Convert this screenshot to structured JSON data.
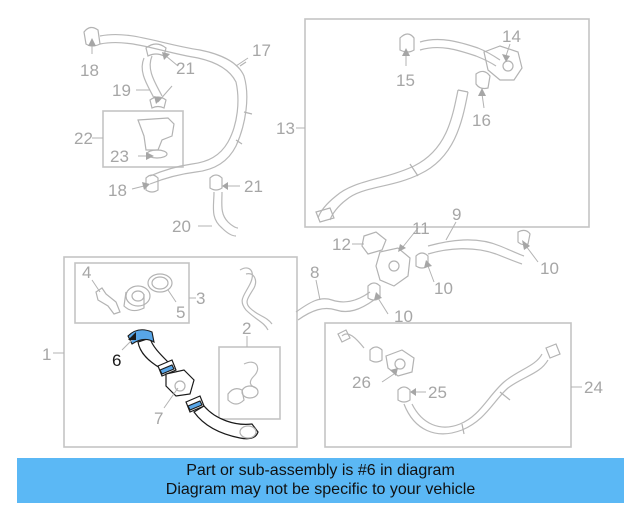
{
  "labels": {
    "p1": "1",
    "p2": "2",
    "p3": "3",
    "p4": "4",
    "p5": "5",
    "p6": "6",
    "p7": "7",
    "p8": "8",
    "p9": "9",
    "p10a": "10",
    "p10b": "10",
    "p10c": "10",
    "p11": "11",
    "p12": "12",
    "p13": "13",
    "p14": "14",
    "p15": "15",
    "p16": "16",
    "p17": "17",
    "p18a": "18",
    "p18b": "18",
    "p19": "19",
    "p20": "20",
    "p21a": "21",
    "p21b": "21",
    "p22": "22",
    "p23": "23",
    "p24": "24",
    "p25": "25",
    "p26": "26"
  },
  "highlighted_part": "6",
  "colors": {
    "highlight": "#58a6e8",
    "banner": "#5bb8f5",
    "line": "#b3b3b3"
  },
  "banner": {
    "line1": "Part or sub-assembly is #6 in diagram",
    "line2": "Diagram may not be specific to your vehicle"
  }
}
